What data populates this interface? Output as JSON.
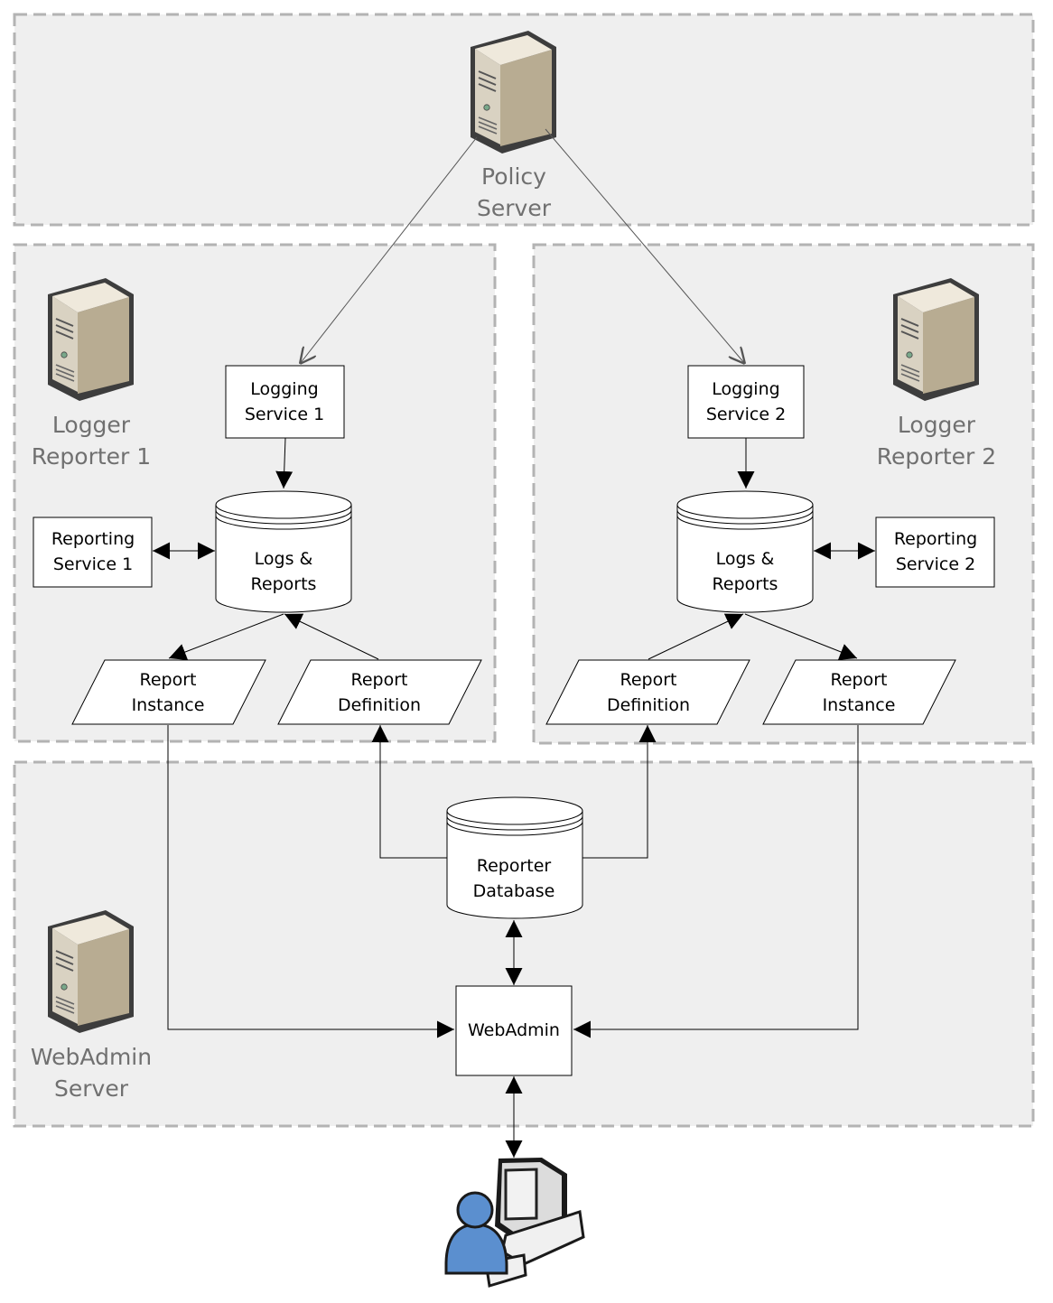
{
  "servers": {
    "policy": {
      "line1": "Policy",
      "line2": "Server"
    },
    "logger1": {
      "line1": "Logger",
      "line2": "Reporter 1"
    },
    "logger2": {
      "line1": "Logger",
      "line2": "Reporter 2"
    },
    "webadmin": {
      "line1": "WebAdmin",
      "line2": "Server"
    }
  },
  "nodes": {
    "logging1": {
      "line1": "Logging",
      "line2": "Service 1"
    },
    "logging2": {
      "line1": "Logging",
      "line2": "Service 2"
    },
    "logs1": {
      "line1": "Logs &",
      "line2": "Reports"
    },
    "logs2": {
      "line1": "Logs &",
      "line2": "Reports"
    },
    "reporting1": {
      "line1": "Reporting",
      "line2": "Service 1"
    },
    "reporting2": {
      "line1": "Reporting",
      "line2": "Service 2"
    },
    "instance1": {
      "line1": "Report",
      "line2": "Instance"
    },
    "definition1": {
      "line1": "Report",
      "line2": "Definition"
    },
    "definition2": {
      "line1": "Report",
      "line2": "Definition"
    },
    "instance2": {
      "line1": "Report",
      "line2": "Instance"
    },
    "reporterdb": {
      "line1": "Reporter",
      "line2": "Database"
    },
    "webadmin": {
      "label": "WebAdmin"
    }
  },
  "icons": {
    "server": "server-tower-icon",
    "user": "user-workstation-icon"
  },
  "colors": {
    "zone_fill": "#efefef",
    "zone_border": "#b3b3b3",
    "server_label": "#707070",
    "user_blue": "#5b8fcf"
  }
}
